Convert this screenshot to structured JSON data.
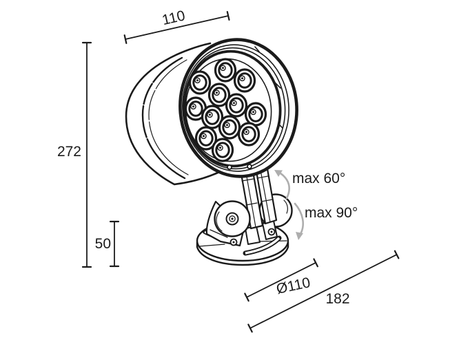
{
  "figure": {
    "subject": "LED spotlight technical dimension drawing",
    "background_color": "#ffffff",
    "line_color": "#1b1b1b",
    "arrow_color": "#aeaeae",
    "led_count": 12
  },
  "dimensions": {
    "body_depth": "110",
    "total_height": "272",
    "base_height": "50",
    "base_diameter": "Ø110",
    "overall_length": "182"
  },
  "angles": {
    "tilt": "max 60°",
    "pan": "max 90°"
  }
}
